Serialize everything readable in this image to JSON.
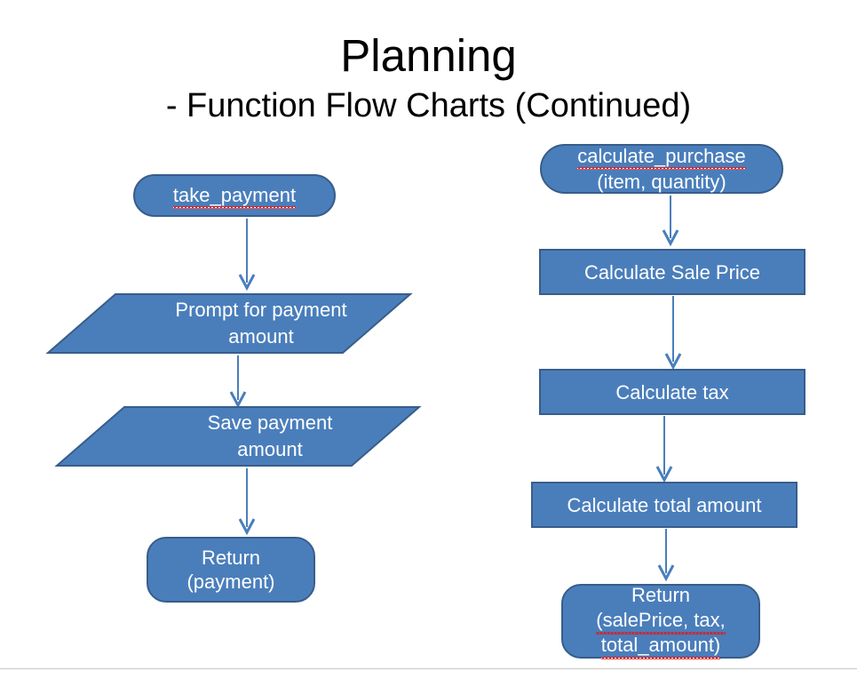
{
  "slide": {
    "title_main": "Planning",
    "title_sub": "- Function Flow Charts (Continued)",
    "background_color": "#ffffff",
    "shape_fill_color": "#4a7ebb",
    "shape_border_color": "#385d8a",
    "shape_text_color": "#ffffff",
    "connector_color": "#4a7ebb",
    "spellcheck_underline_color": "#e01b1b"
  },
  "left_flow": {
    "name": "take_payment flow chart",
    "nodes": [
      {
        "id": "take-payment-start",
        "shape": "terminal",
        "line1": "take_payment",
        "misspelled": true
      },
      {
        "id": "prompt-for-payment",
        "shape": "parallelogram",
        "line1": "Prompt for payment",
        "line2": "amount"
      },
      {
        "id": "save-payment",
        "shape": "parallelogram",
        "line1": "Save payment",
        "line2": "amount"
      },
      {
        "id": "return-payment",
        "shape": "rounded-rectangle",
        "line1": "Return",
        "line2": "(payment)"
      }
    ]
  },
  "right_flow": {
    "name": "calculate_purchase flow chart",
    "nodes": [
      {
        "id": "calculate-purchase-start",
        "shape": "terminal",
        "line1": "calculate_purchase",
        "line2": "(item, quantity)",
        "misspelled": true
      },
      {
        "id": "calculate-sale-price",
        "shape": "process",
        "line1": "Calculate Sale Price"
      },
      {
        "id": "calculate-tax",
        "shape": "process",
        "line1": "Calculate tax"
      },
      {
        "id": "calculate-total-amount",
        "shape": "process",
        "line1": "Calculate total amount"
      },
      {
        "id": "return-totals",
        "shape": "rounded-rectangle",
        "line1": "Return",
        "line2": "(salePrice, tax,",
        "line3": "total_amount)",
        "misspelled": true
      }
    ]
  },
  "connectors": [
    {
      "id": "conn-left-1",
      "from": "take-payment-start",
      "to": "prompt-for-payment"
    },
    {
      "id": "conn-left-2",
      "from": "prompt-for-payment",
      "to": "save-payment"
    },
    {
      "id": "conn-left-3",
      "from": "save-payment",
      "to": "return-payment"
    },
    {
      "id": "conn-right-1",
      "from": "calculate-purchase-start",
      "to": "calculate-sale-price"
    },
    {
      "id": "conn-right-2",
      "from": "calculate-sale-price",
      "to": "calculate-tax"
    },
    {
      "id": "conn-right-3",
      "from": "calculate-tax",
      "to": "calculate-total-amount"
    },
    {
      "id": "conn-right-4",
      "from": "calculate-total-amount",
      "to": "return-totals"
    }
  ]
}
